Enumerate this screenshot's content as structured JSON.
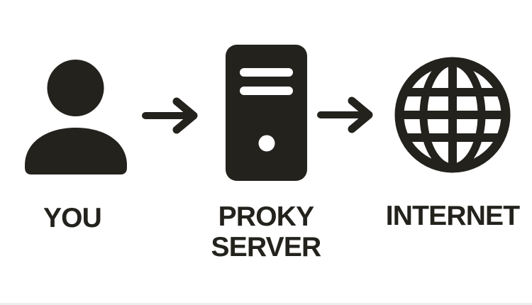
{
  "diagram": {
    "type": "flow",
    "description": "proxy-server-flow-diagram",
    "colors": {
      "icon": "#23221d",
      "background": "#ffffff"
    },
    "nodes": [
      {
        "id": "you",
        "icon": "person-icon",
        "label_lines": [
          "YOU"
        ]
      },
      {
        "id": "proxy",
        "icon": "server-icon",
        "label_lines": [
          "PROKY",
          "SERVER"
        ]
      },
      {
        "id": "internet",
        "icon": "globe-icon",
        "label_lines": [
          "INTERNET"
        ]
      }
    ],
    "arrows": [
      {
        "from": "YOU",
        "to": "PROKY SERVER",
        "direction": "right"
      },
      {
        "from": "PROKY SERVER",
        "to": "INTERNET",
        "direction": "right"
      }
    ]
  }
}
